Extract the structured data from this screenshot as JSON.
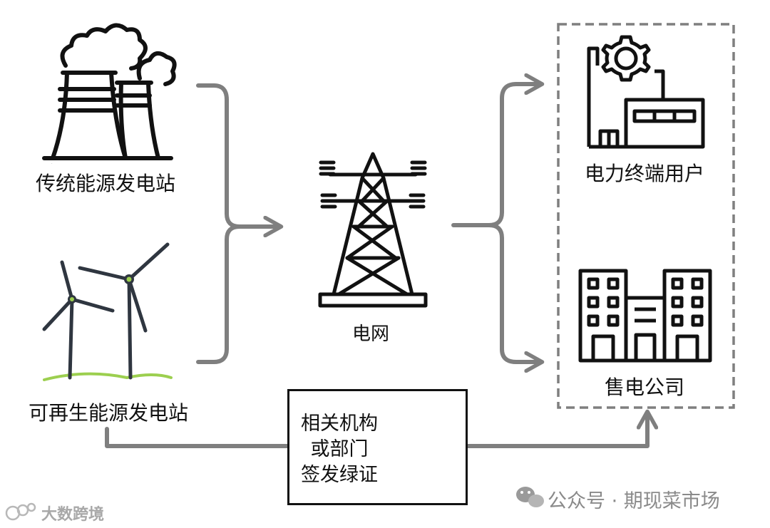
{
  "nodes": {
    "traditional_plant": "传统能源发电站",
    "renewable_plant": "可再生能源发电站",
    "grid": "电网",
    "end_users": "电力终端用户",
    "sales_company": "售电公司"
  },
  "certificate": {
    "lines": [
      "相关机构",
      "或部门",
      "签发绿证"
    ]
  },
  "watermarks": {
    "wechat": "公众号 · 期现菜市场",
    "corner": "大数跨境"
  },
  "colors": {
    "arrow": "#7f7f7f",
    "icon_stroke": "#111111",
    "turbine": "#2f3640",
    "grass": "#9ccf4f",
    "dashed_border": "#7f7f7f"
  },
  "icons": {
    "traditional_plant": "cooling-towers-icon",
    "renewable_plant": "wind-turbines-icon",
    "grid": "power-tower-icon",
    "end_users": "factory-icon",
    "sales_company": "office-buildings-icon",
    "certificate": "certificate-icon"
  }
}
